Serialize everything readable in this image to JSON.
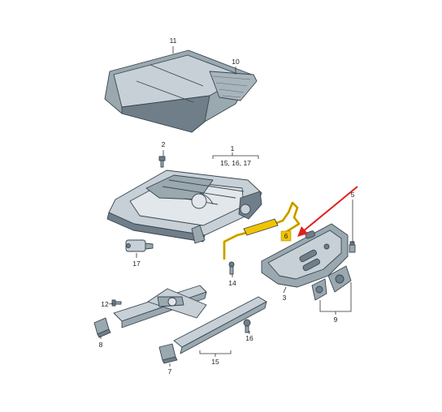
{
  "callouts": {
    "c11": "11",
    "c10": "10",
    "c2": "2",
    "c1": "1",
    "c1_sub": "15, 16, 17",
    "c5": "5",
    "c6": "6",
    "c17": "17",
    "c14": "14",
    "c3": "3",
    "c12": "12",
    "c9": "9",
    "c8": "8",
    "c16": "16",
    "c15": "15",
    "c7": "7"
  },
  "colors": {
    "highlight_part": "#e8b800",
    "highlight_badge": "#f2c200",
    "arrow": "#e02020",
    "line_art": "#3a4650"
  }
}
